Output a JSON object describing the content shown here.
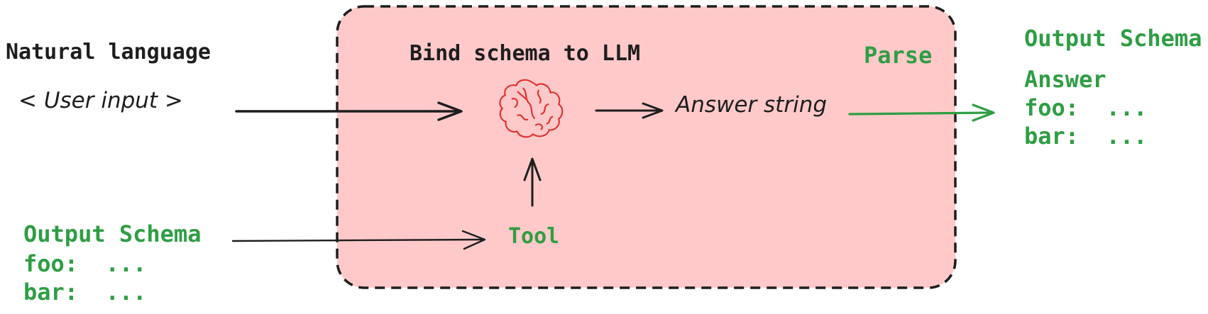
{
  "colors": {
    "ink": "#1e1e1e",
    "green": "#2f9e44",
    "pink_fill": "#ffc9c9",
    "brain_red": "#e03131",
    "background": "#ffffff"
  },
  "left_input": {
    "title": "Natural language",
    "value": "< User input >"
  },
  "left_schema": {
    "title": "Output Schema",
    "lines": [
      "foo:  ...",
      "bar:  ..."
    ]
  },
  "llm_box": {
    "title": "Bind schema to LLM",
    "parse_label": "Parse",
    "tool_label": "Tool",
    "answer_label": "Answer string",
    "brain_icon": "brain-icon"
  },
  "right_output": {
    "title": "Output Schema",
    "answer_label": "Answer",
    "lines": [
      "foo:  ...",
      "bar:  ..."
    ]
  }
}
